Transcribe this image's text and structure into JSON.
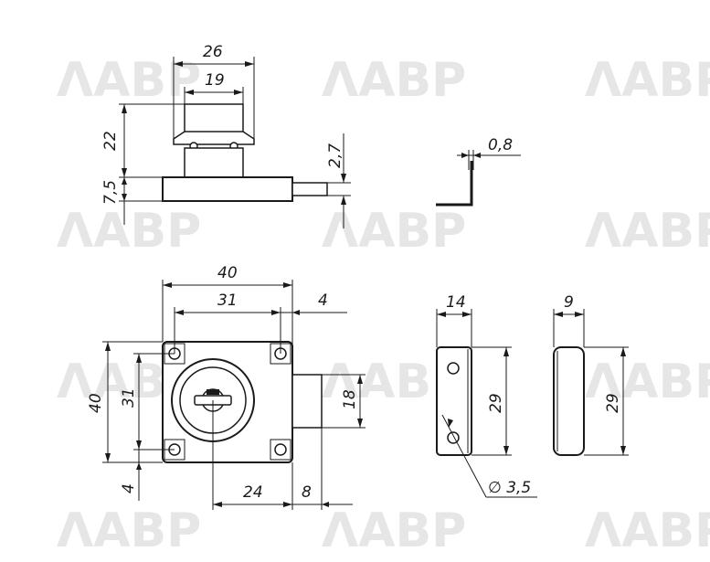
{
  "watermark": {
    "text": "ΛABP"
  },
  "dimensions": {
    "top_view": {
      "width_outer": "26",
      "width_inner": "19",
      "height_body": "22",
      "base_thickness": "7,5",
      "bolt_height": "2,7"
    },
    "sheet": {
      "thickness": "0,8"
    },
    "front_view": {
      "width": "40",
      "hole_spacing_h": "31",
      "offset_right": "4",
      "height": "40",
      "hole_spacing_v": "31",
      "offset_bottom": "4",
      "bolt_width": "18",
      "center_to_edge": "24",
      "bolt_extension": "8"
    },
    "strike_plate": {
      "width": "14",
      "height": "29",
      "hole_diameter": "∅ 3,5"
    },
    "cover": {
      "width": "9",
      "height": "29"
    }
  }
}
